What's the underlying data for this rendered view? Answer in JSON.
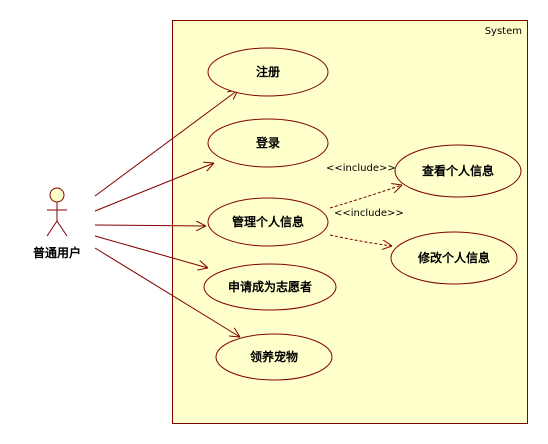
{
  "system": {
    "label": "System"
  },
  "actor": {
    "label": "普通用户"
  },
  "use_cases": {
    "register": "注册",
    "login": "登录",
    "manage_info": "管理个人信息",
    "view_info": "查看个人信息",
    "edit_info": "修改个人信息",
    "apply_volunteer": "申请成为志愿者",
    "adopt_pet": "领养宠物"
  },
  "relations": {
    "include_view": "<<include>>",
    "include_edit": "<<include>>"
  },
  "colors": {
    "system_fill": "#FFFFCC",
    "system_border": "#800000",
    "usecase_fill": "#FFFFCC",
    "line": "#800000",
    "actor_head_fill": "#FFFFCC"
  }
}
